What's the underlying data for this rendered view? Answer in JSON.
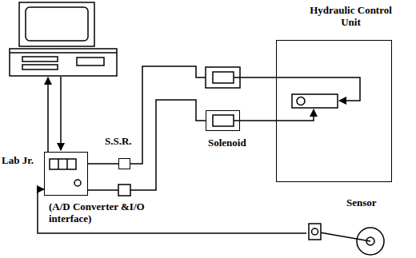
{
  "diagram": {
    "nodes": [
      {
        "text": [
          "Hydraulic Control Unit"
        ]
      },
      {
        "text": [
          "Lab Jr.",
          "(A/D Converter &I/O interface)"
        ]
      },
      {
        "text": [
          "S.S.R."
        ]
      },
      {
        "text": [
          "Solenoid"
        ]
      },
      {
        "text": [
          "Sensor"
        ]
      }
    ],
    "edges": [
      {
        "from": 1,
        "to": 2,
        "arrow": "none"
      },
      {
        "from": 4,
        "to": 1,
        "arrow": "to"
      }
    ]
  }
}
